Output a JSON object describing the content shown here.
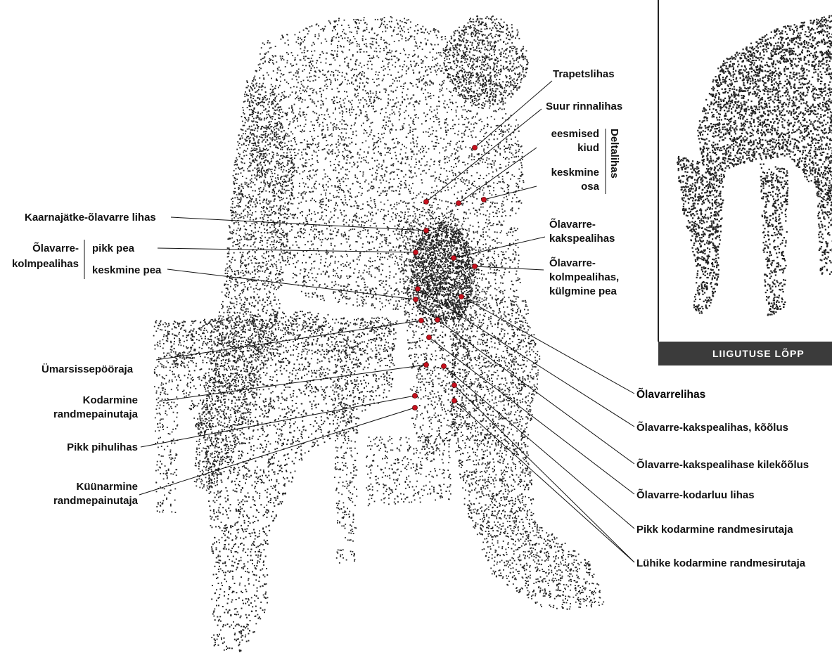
{
  "labels": {
    "trapetslihas": "Trapetslihas",
    "suur_rinnalihas": "Suur rinnalihas",
    "eesmised": "eesmised",
    "kiud": "kiud",
    "keskmine": "keskmine",
    "osa": "osa",
    "deltalihas": "Deltalihas",
    "kaarnajatke": "Kaarnajätke-õlavarre lihas",
    "olavarre_kolm_1": "Õlavarre-",
    "olavarre_kolm_2": "kolmpealihas",
    "pikk_pea": "pikk pea",
    "keskmine_pea": "keskmine pea",
    "kakspealihas_1": "Õlavarre-",
    "kakspealihas_2": "kakspealihas",
    "kulgmine_1": "Õlavarre-",
    "kulgmine_2": "kolmpealihas,",
    "kulgmine_3": "külgmine pea",
    "umarsisse": "Ümarsissepööraja",
    "kodarmine_1": "Kodarmine",
    "kodarmine_2": "randmepainutaja",
    "pikk_pihu": "Pikk pihulihas",
    "kyynarmine_1": "Küünarmine",
    "kyynarmine_2": "randmepainutaja",
    "olavarrelihas": "Õlavarrelihas",
    "kakspea_koolus": "Õlavarre-kakspealihas, kõõlus",
    "kakspea_kilekoolus": "Õlavarre-kakspealihase kilekõõlus",
    "kodarluu": "Õlavarre-kodarluu lihas",
    "pikk_kodar": "Pikk kodarmine randmesirutaja",
    "luhike_kodar": "Lühike kodarmine randmesirutaja"
  },
  "inset": {
    "caption": "LIIGUTUSE LÕPP"
  },
  "colors": {
    "pin": "#c8101e",
    "ink": "#111111",
    "footer_bg": "#3b3b3b"
  }
}
